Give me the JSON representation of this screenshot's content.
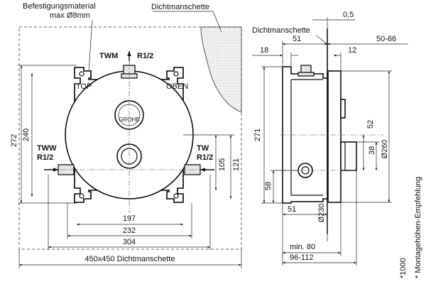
{
  "front_view": {
    "label_befestigung": "Befestigungsmaterial",
    "label_befestigung_max": "max Ø8mm",
    "label_dichtmanschette": "Dichtmanschette",
    "label_twm": "TWM",
    "label_twm_thread": "R1/2",
    "label_tww": "TWW",
    "label_tww_thread": "R1/2",
    "label_tw": "TW",
    "label_tw_thread": "R1/2",
    "label_top": "TOP",
    "label_oben": "OBEN",
    "label_brand": "GROHE",
    "dims": {
      "d272": "272",
      "d240": "240",
      "d105": "105",
      "d121": "121",
      "d197": "197",
      "d232": "232",
      "d304": "304",
      "d450": "450x450  Dichtmanschette"
    }
  },
  "side_view": {
    "label_dichtmanschette": "Dichtmanschette",
    "dims": {
      "d05": "0,5",
      "d51_top": "51",
      "d50_66": "50-66",
      "d18": "18",
      "d12": "12",
      "d271": "271",
      "d52": "52",
      "d38": "38",
      "d260": "Ø260",
      "d58": "58",
      "d51_bottom": "51",
      "d230": "Ø230",
      "dmin80": "min. 80",
      "d96_112": "96-112"
    }
  },
  "note": {
    "d1000": "*1000",
    "montage": "*  Montagehöhen-Empfehlung"
  }
}
